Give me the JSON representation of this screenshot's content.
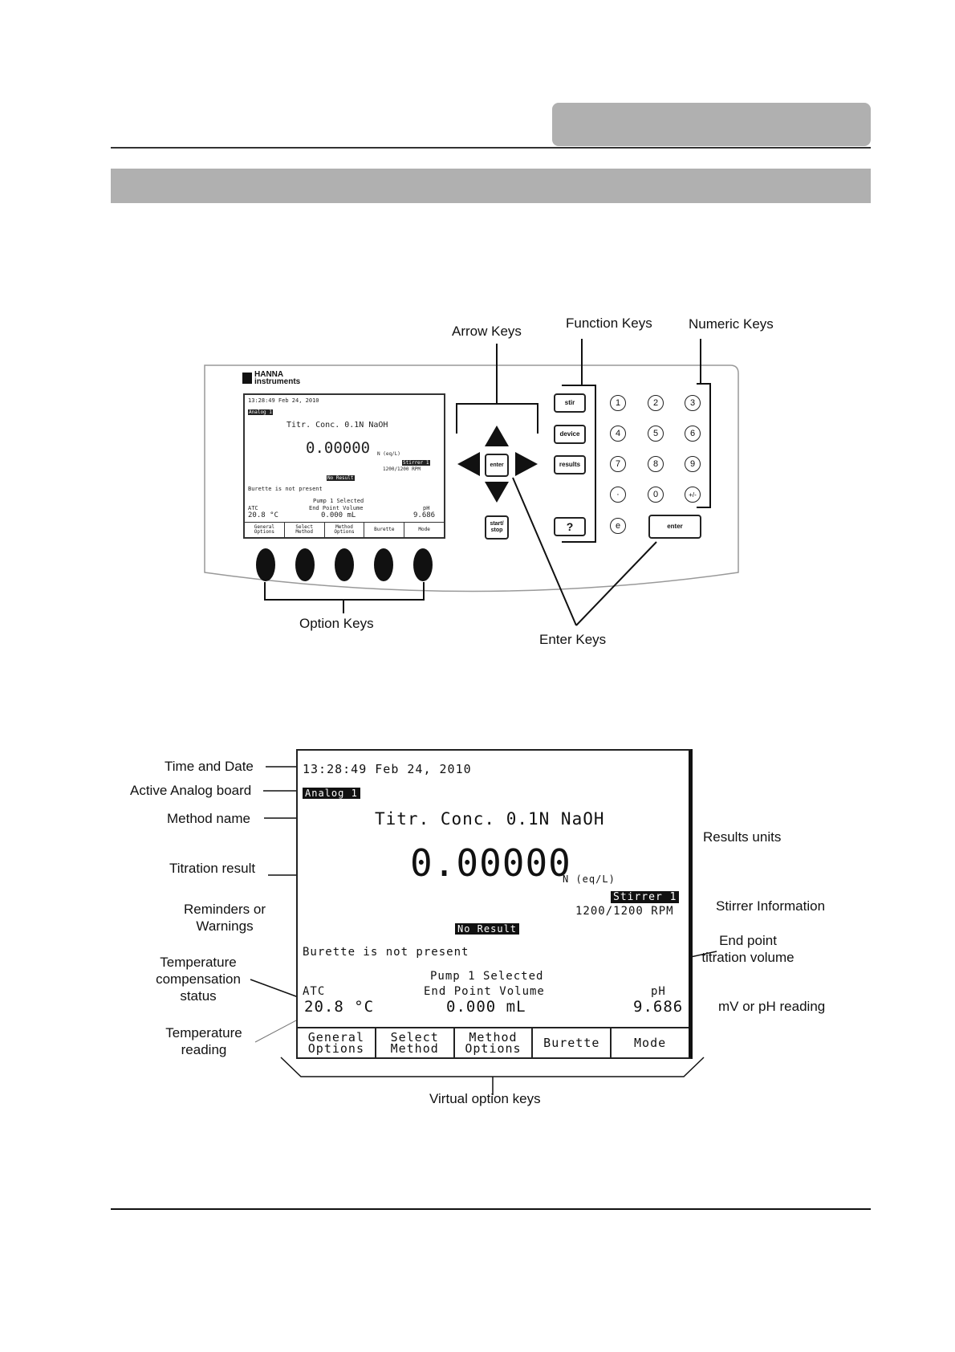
{
  "diagram1": {
    "logo": "HANNA instruments",
    "callouts": {
      "arrow_keys": "Arrow Keys",
      "function_keys": "Function Keys",
      "numeric_keys": "Numeric Keys",
      "option_keys": "Option Keys",
      "enter_keys": "Enter Keys"
    },
    "function_keys": [
      "stir",
      "device",
      "results",
      "?"
    ],
    "arrow_center": "enter",
    "start_stop": "start/\nstop",
    "numeric_keys": [
      "1",
      "2",
      "3",
      "4",
      "5",
      "6",
      "7",
      "8",
      "9",
      "·",
      "0",
      "+/-",
      "e"
    ],
    "enter_key": "enter",
    "small_screen": {
      "time": "13:28:49 Feb 24, 2010",
      "board": "Analog 1",
      "method": "Titr. Conc. 0.1N NaOH",
      "result": "0.00000",
      "units": "N (eq/L)",
      "stirrer": "Stirrer 1",
      "rpm": "1200/1200 RPM",
      "status": "No Result",
      "warning": "Burette is not present",
      "pump": "Pump 1 Selected",
      "atc": "ATC",
      "temp": "20.8 °C",
      "epv_label": "End Point Volume",
      "epv": "0.000 mL",
      "ph_label": "pH",
      "ph": "9.686",
      "keys": [
        "General\nOptions",
        "Select\nMethod",
        "Method\nOptions",
        "Burette",
        "Mode"
      ]
    }
  },
  "diagram2": {
    "screen": {
      "time": "13:28:49 Feb 24, 2010",
      "board": "Analog 1",
      "method": "Titr. Conc. 0.1N NaOH",
      "result": "0.00000",
      "units": "N (eq/L)",
      "stirrer": "Stirrer 1",
      "rpm": "1200/1200 RPM",
      "status": "No Result",
      "warning": "Burette is not present",
      "pump": "Pump 1 Selected",
      "atc": "ATC",
      "temp": "20.8 °C",
      "epv_label": "End Point Volume",
      "epv": "0.000 mL",
      "ph_label": "pH",
      "ph": "9.686",
      "keys": [
        "General\nOptions",
        "Select\nMethod",
        "Method\nOptions",
        "Burette",
        "Mode"
      ]
    },
    "callouts": {
      "time_date": "Time and Date",
      "board": "Active Analog board",
      "method": "Method name",
      "result": "Titration result",
      "reminders_1": "Reminders or",
      "reminders_2": "Warnings",
      "temp_comp_1": "Temperature",
      "temp_comp_2": "compensation",
      "temp_comp_3": "status",
      "temp_read_1": "Temperature",
      "temp_read_2": "reading",
      "results_units": "Results units",
      "stirrer_info": "Stirrer Information",
      "endpoint_1": "End point",
      "endpoint_2": "titration volume",
      "mv_ph": "mV or pH reading",
      "virtual_keys": "Virtual option keys"
    }
  }
}
